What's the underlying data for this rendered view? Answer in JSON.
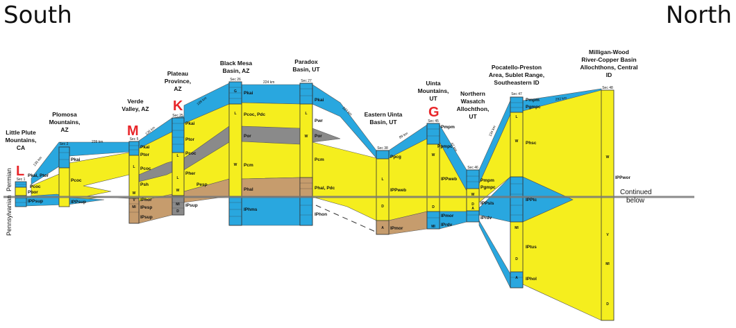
{
  "directions": {
    "left": "South",
    "right": "North"
  },
  "periods": {
    "upper": "Permian",
    "lower": "Pennsylvanian"
  },
  "continued": [
    "Continued",
    "below"
  ],
  "colors": {
    "blue": "#29a7df",
    "yellow": "#f5ee1e",
    "gray": "#8a8a8a",
    "tan": "#c69c6d",
    "red": "#e8262a"
  },
  "regions": [
    {
      "id": "little-plute",
      "lines": [
        "Little Plute",
        "Mountains,",
        "CA"
      ]
    },
    {
      "id": "plomosa",
      "lines": [
        "Plomosa",
        "Mountains,",
        "AZ"
      ]
    },
    {
      "id": "verde",
      "lines": [
        "Verde",
        "Valley, AZ"
      ]
    },
    {
      "id": "plateau",
      "lines": [
        "Plateau",
        "Province,",
        "AZ"
      ]
    },
    {
      "id": "black-mesa",
      "lines": [
        "Black Mesa",
        "Basin, AZ"
      ]
    },
    {
      "id": "paradox",
      "lines": [
        "Paradox",
        "Basin, UT"
      ]
    },
    {
      "id": "eastern-uinta",
      "lines": [
        "Eastern Uinta",
        "Basin, UT"
      ]
    },
    {
      "id": "uinta-mtns",
      "lines": [
        "Uinta",
        "Mountains,",
        "UT"
      ]
    },
    {
      "id": "northern-wasatch",
      "lines": [
        "Northern",
        "Wasatch",
        "Allochthon,",
        "UT"
      ]
    },
    {
      "id": "pocatello",
      "lines": [
        "Pocatello-Preston",
        "Area, Sublet Range,",
        "Southeastern ID"
      ]
    },
    {
      "id": "milligan",
      "lines": [
        "Milligan-Wood",
        "River-Copper Basin",
        "Allochthons, Central",
        "ID"
      ]
    }
  ],
  "sections": [
    "Sec 1",
    "Sec 2",
    "Sec 5",
    "Sec 25",
    "Sec 26",
    "Sec 27",
    "Sec 38",
    "Sec 45",
    "Sec 46",
    "Sec 47",
    "Sec 48"
  ],
  "markers": [
    "L",
    "M",
    "K",
    "G"
  ],
  "distances": [
    "135 km",
    "239 km",
    "136 km",
    "189 km",
    "224 km",
    "227 km",
    "89 km",
    "67 km",
    "134 km",
    "292 km"
  ],
  "units": [
    "Pkai, Ptor",
    "Pcoc",
    "Pbor",
    "IPPsup",
    "Pkai",
    "Pcoc",
    "IPPsup",
    "Pkai",
    "Ptor",
    "Pcoc",
    "Psh",
    "IPhor",
    "IPesp",
    "IPsup",
    "Pkai",
    "Ptor",
    "Pcoc",
    "Pher",
    "Pesp",
    "IPsup",
    "Pkai",
    "Pcoc, Pdc",
    "Por",
    "Pcm",
    "Phal",
    "IPhms",
    "Pkai",
    "Pwr",
    "Por",
    "Pcm",
    "Phal, Pdc",
    "IPhon",
    "Ppcg",
    "IPPweb",
    "IPmor",
    "Pmpm",
    "Ppmpc",
    "IPPweb",
    "IPmor",
    "IPrdv",
    "Pmpm",
    "Pgmpc",
    "IPPsls",
    "IPrdv",
    "Pmpm",
    "Pgmpc",
    "Phsc",
    "IPPtc",
    "IPtus",
    "IPhol",
    "IPPwor"
  ],
  "lithology": [
    "L",
    "D",
    "W",
    "V",
    "MI",
    "G",
    "A",
    "S"
  ]
}
